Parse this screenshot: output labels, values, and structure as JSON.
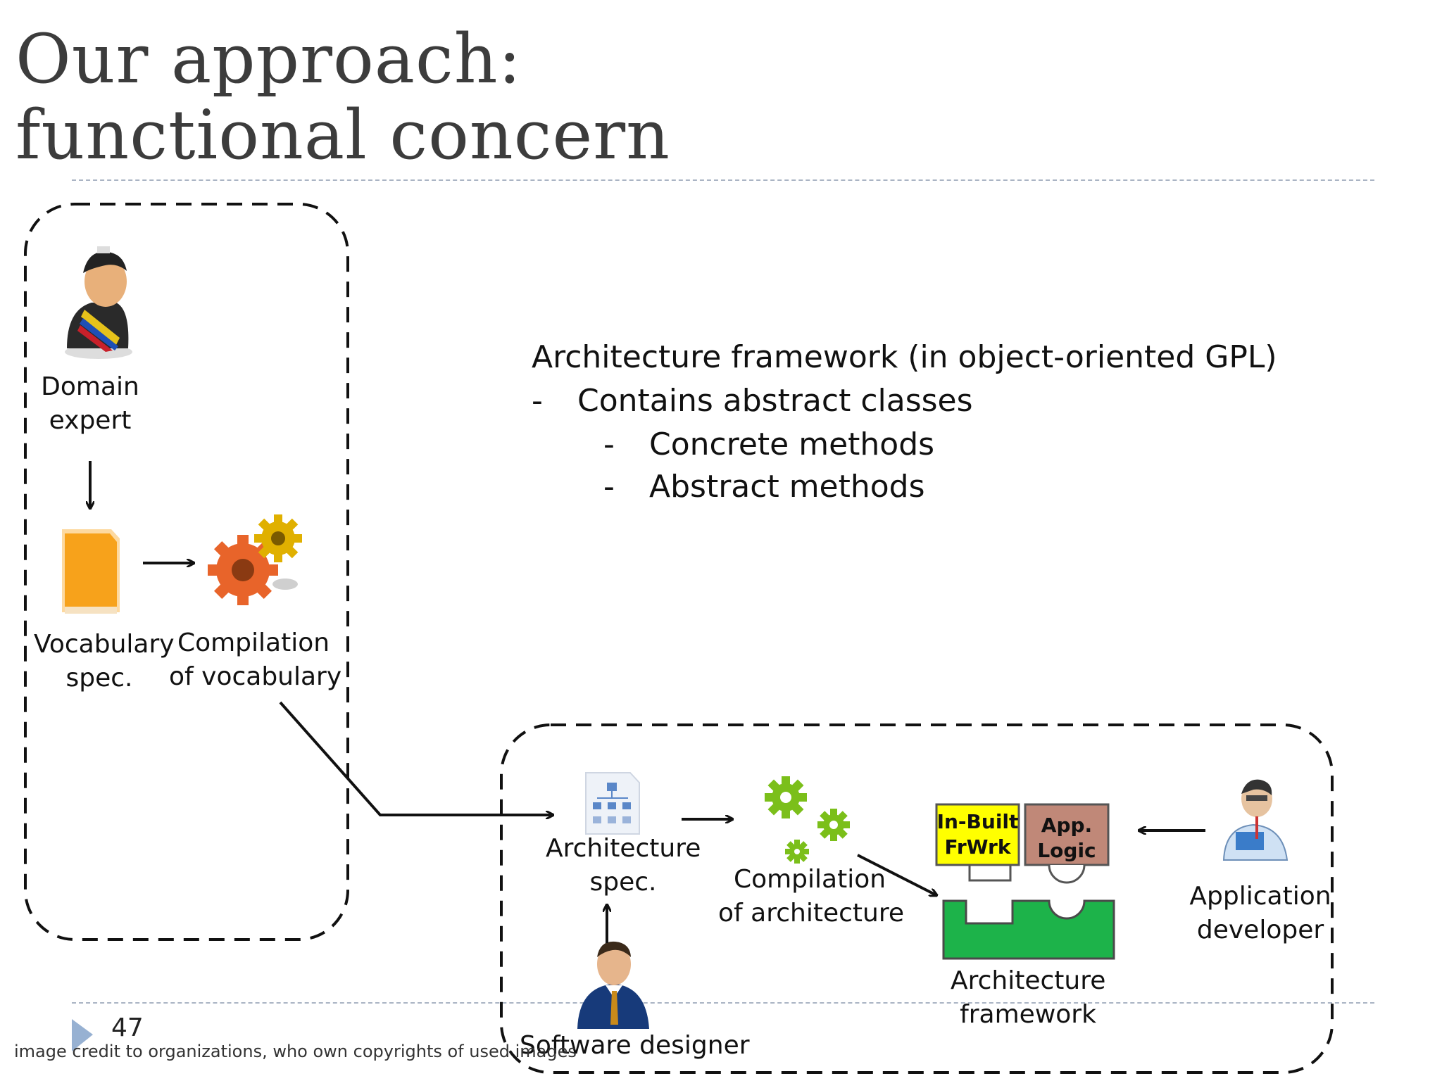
{
  "slide": {
    "title_line1": "Our approach:",
    "title_line2": "functional concern",
    "page_number": "47",
    "credit": "image credit to organizations, who own copyrights of used images"
  },
  "description": {
    "heading": "Architecture framework  (in object-oriented GPL)",
    "bullet1_marker": "-",
    "bullet1": "Contains abstract classes",
    "sub1_marker": "-",
    "sub1": "Concrete methods",
    "sub2_marker": "-",
    "sub2": "Abstract methods"
  },
  "left_group": {
    "domain_expert": [
      "Domain",
      "expert"
    ],
    "vocabulary_spec": [
      "Vocabulary",
      "spec."
    ],
    "compilation_vocabulary": [
      "Compilation",
      "of  vocabulary"
    ]
  },
  "right_group": {
    "architecture_spec": [
      "Architecture",
      "spec."
    ],
    "compilation_architecture": [
      "Compilation",
      "of architecture"
    ],
    "inbuilt_frwrk": [
      "In-Built",
      "FrWrk"
    ],
    "app_logic": [
      "App.",
      "Logic"
    ],
    "architecture_framework": [
      "Architecture",
      "framework"
    ],
    "application_developer": [
      "Application",
      "developer"
    ],
    "software_designer": "Software  designer"
  },
  "colors": {
    "inbuilt_box": "#ffff00",
    "app_logic_box": "#c08878",
    "framework_base": "#1db34a",
    "gear_green": "#7bbf1a",
    "doc_orange": "#f7a21b"
  }
}
